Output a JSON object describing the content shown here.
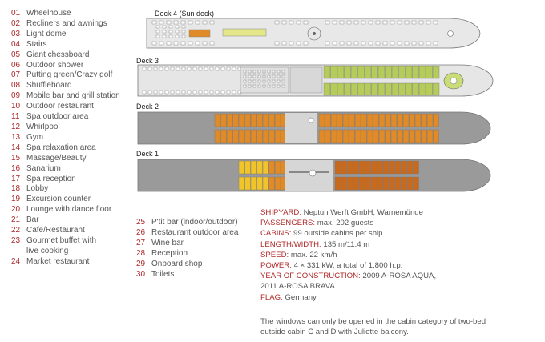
{
  "legend_left": [
    {
      "num": "01",
      "label": "Wheelhouse"
    },
    {
      "num": "02",
      "label": "Recliners and awnings"
    },
    {
      "num": "03",
      "label": "Light dome"
    },
    {
      "num": "04",
      "label": "Stairs"
    },
    {
      "num": "05",
      "label": "Giant chessboard"
    },
    {
      "num": "06",
      "label": "Outdoor shower"
    },
    {
      "num": "07",
      "label": "Putting green/Crazy golf"
    },
    {
      "num": "08",
      "label": "Shuffleboard"
    },
    {
      "num": "09",
      "label": "Mobile bar and grill station"
    },
    {
      "num": "10",
      "label": "Outdoor restaurant"
    },
    {
      "num": "11",
      "label": "Spa outdoor area"
    },
    {
      "num": "12",
      "label": "Whirlpool"
    },
    {
      "num": "13",
      "label": "Gym"
    },
    {
      "num": "14",
      "label": "Spa relaxation area"
    },
    {
      "num": "15",
      "label": "Massage/Beauty"
    },
    {
      "num": "16",
      "label": "Sanarium"
    },
    {
      "num": "17",
      "label": "Spa reception"
    },
    {
      "num": "18",
      "label": "Lobby"
    },
    {
      "num": "19",
      "label": "Excursion counter"
    },
    {
      "num": "20",
      "label": "Lounge with dance floor"
    },
    {
      "num": "21",
      "label": "Bar"
    },
    {
      "num": "22",
      "label": "Cafe/Restaurant"
    },
    {
      "num": "23",
      "label": "Gourmet buffet with",
      "cont": "live cooking"
    },
    {
      "num": "24",
      "label": "Market restaurant"
    }
  ],
  "legend_mid": [
    {
      "num": "25",
      "label": "P'tit bar (indoor/outdoor)"
    },
    {
      "num": "26",
      "label": "Restaurant outdoor area"
    },
    {
      "num": "27",
      "label": "Wine bar"
    },
    {
      "num": "28",
      "label": "Reception"
    },
    {
      "num": "29",
      "label": "Onboard shop"
    },
    {
      "num": "30",
      "label": "Toilets"
    }
  ],
  "decks": {
    "deck4": "Deck 4 (Sun deck)",
    "deck3": "Deck 3",
    "deck2": "Deck 2",
    "deck1": "Deck 1"
  },
  "specs": [
    {
      "key": "SHIPYARD:",
      "value": " Neptun Werft GmbH, Warnemünde"
    },
    {
      "key": "PASSENGERS:",
      "value": " max. 202 guests"
    },
    {
      "key": "CABINS:",
      "value": " 99 outside cabins per ship"
    },
    {
      "key": "LENGTH/WIDTH:",
      "value": " 135 m/11.4 m"
    },
    {
      "key": "SPEED:",
      "value": " max. 22 km/h"
    },
    {
      "key": "POWER:",
      "value": " 4 × 331 kW, a total of 1,800 h.p."
    },
    {
      "key": "YEAR OF CONSTRUCTION:",
      "value": " 2009 A-ROSA AQUA,"
    },
    {
      "key": "",
      "value": "2011 A-ROSA BRAVA"
    },
    {
      "key": "FLAG:",
      "value": " Germany"
    }
  ],
  "note": "The windows can only be opened in the cabin category of two-bed outside cabin C and D with Juliette balcony.",
  "colors": {
    "hull": "#9a9a9a",
    "deck4": "#e8e8e8",
    "deck3_public": "#e6e6e6",
    "cabin_green": "#b5cc5a",
    "cabin_orange": "#e08a28",
    "cabin_dark_orange": "#c86a1e",
    "cabin_yellow": "#f1c42a",
    "accent_red": "#b02a2a"
  }
}
